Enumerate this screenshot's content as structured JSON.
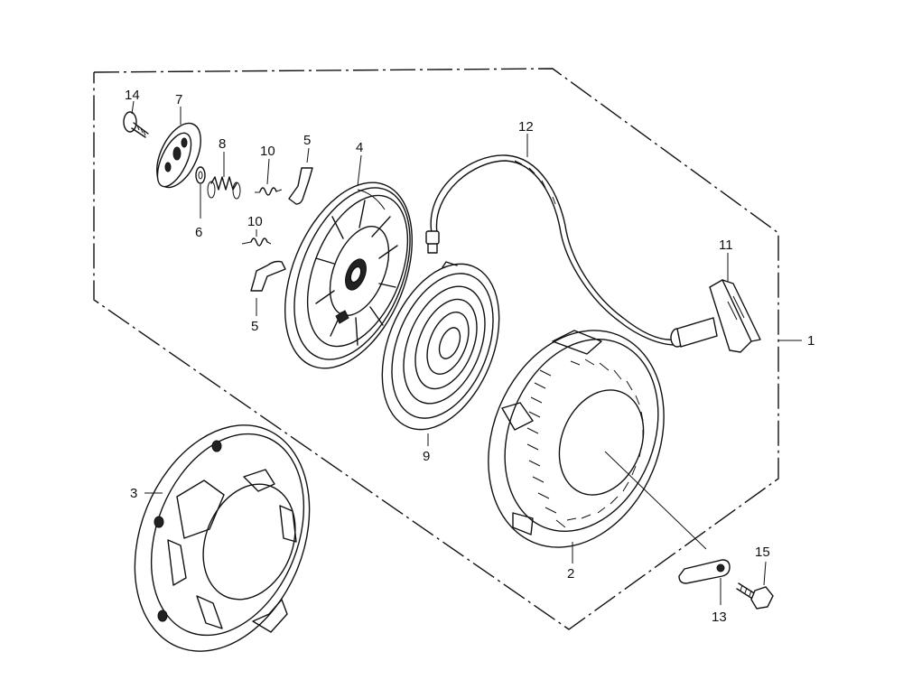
{
  "diagram": {
    "callouts": {
      "p1": "1",
      "p2": "2",
      "p3": "3",
      "p4": "4",
      "p5a": "5",
      "p5b": "5",
      "p6": "6",
      "p7": "7",
      "p8": "8",
      "p9": "9",
      "p10a": "10",
      "p10b": "10",
      "p11": "11",
      "p12": "12",
      "p13": "13",
      "p14": "14",
      "p15": "15"
    }
  }
}
